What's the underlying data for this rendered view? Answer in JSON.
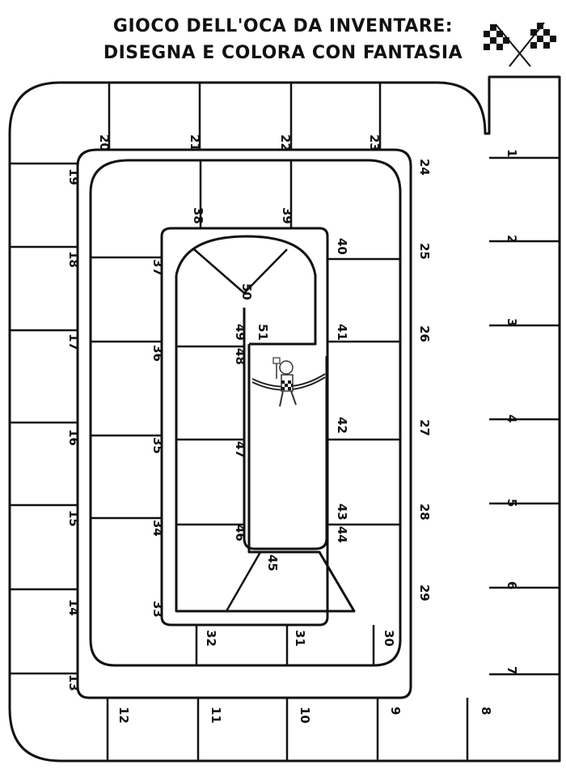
{
  "title": {
    "line1": "GIOCO DELL'OCA DA INVENTARE:",
    "line2": "DISEGNA E COLORA CON FANTASIA"
  },
  "icons": {
    "corner": "checkered-flags-icon",
    "center": "astronaut-with-finish-line-icon"
  },
  "numbers": [
    "1",
    "2",
    "3",
    "4",
    "5",
    "6",
    "7",
    "8",
    "9",
    "10",
    "11",
    "12",
    "13",
    "14",
    "15",
    "16",
    "17",
    "18",
    "19",
    "20",
    "21",
    "22",
    "23",
    "24",
    "25",
    "26",
    "27",
    "28",
    "29",
    "30",
    "31",
    "32",
    "33",
    "34",
    "35",
    "36",
    "37",
    "38",
    "39",
    "40",
    "41",
    "42",
    "43",
    "44",
    "45",
    "46",
    "47",
    "48",
    "49",
    "50",
    "51"
  ]
}
